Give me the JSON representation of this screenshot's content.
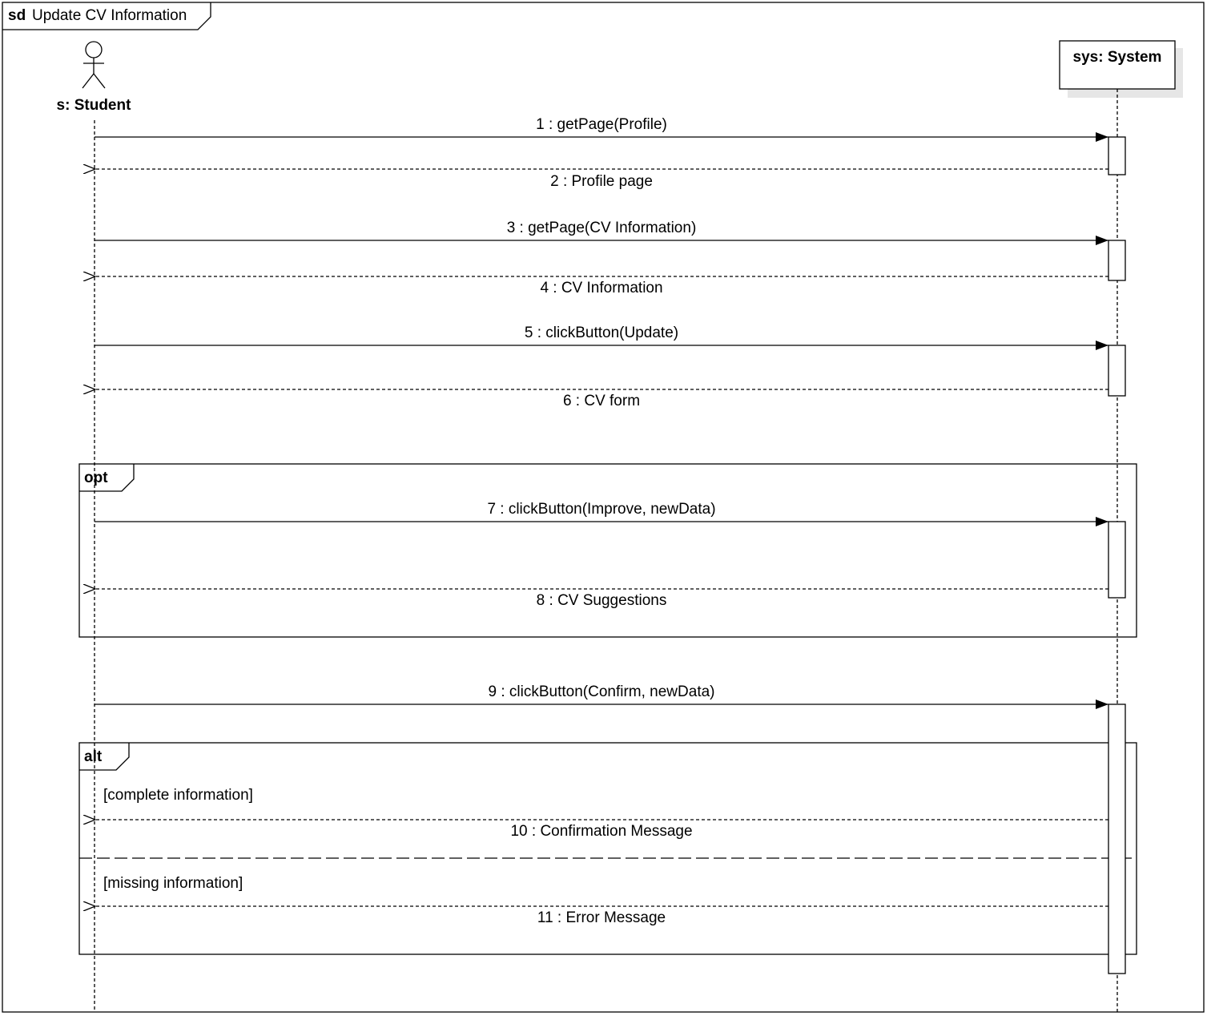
{
  "frame": {
    "keyword": "sd",
    "title": "Update CV Information"
  },
  "lifelines": {
    "student": {
      "label": "s: Student"
    },
    "system": {
      "label": "sys: System"
    }
  },
  "messages": [
    {
      "label": "1 : getPage(Profile)",
      "kind": "call"
    },
    {
      "label": "2 : Profile page",
      "kind": "return"
    },
    {
      "label": "3 : getPage(CV Information)",
      "kind": "call"
    },
    {
      "label": "4 : CV Information",
      "kind": "return"
    },
    {
      "label": "5 : clickButton(Update)",
      "kind": "call"
    },
    {
      "label": "6 : CV form",
      "kind": "return"
    },
    {
      "label": "7 : clickButton(Improve, newData)",
      "kind": "call"
    },
    {
      "label": "8 : CV Suggestions",
      "kind": "return"
    },
    {
      "label": "9 : clickButton(Confirm, newData)",
      "kind": "call"
    },
    {
      "label": "10 : Confirmation Message",
      "kind": "return"
    },
    {
      "label": "11 : Error Message",
      "kind": "return"
    }
  ],
  "fragments": {
    "opt": {
      "operator": "opt"
    },
    "alt": {
      "operator": "alt",
      "guard1": "[complete information]",
      "guard2": "[missing information]"
    }
  }
}
